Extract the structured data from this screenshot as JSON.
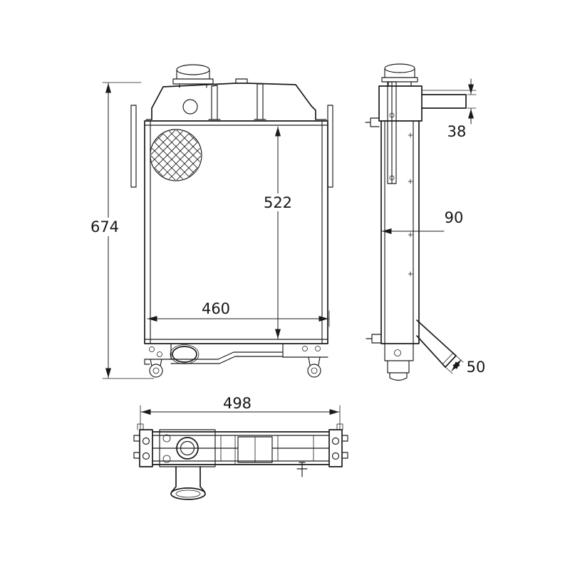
{
  "canvas": {
    "background": "#ffffff",
    "line_color": "#1a1a1a",
    "text_color": "#161616"
  },
  "dimensions": {
    "overall_height": "674",
    "core_height": "522",
    "core_width": "460",
    "overall_width": "498",
    "outlet_diameter": "38",
    "core_depth": "90",
    "hose_diameter": "50"
  }
}
